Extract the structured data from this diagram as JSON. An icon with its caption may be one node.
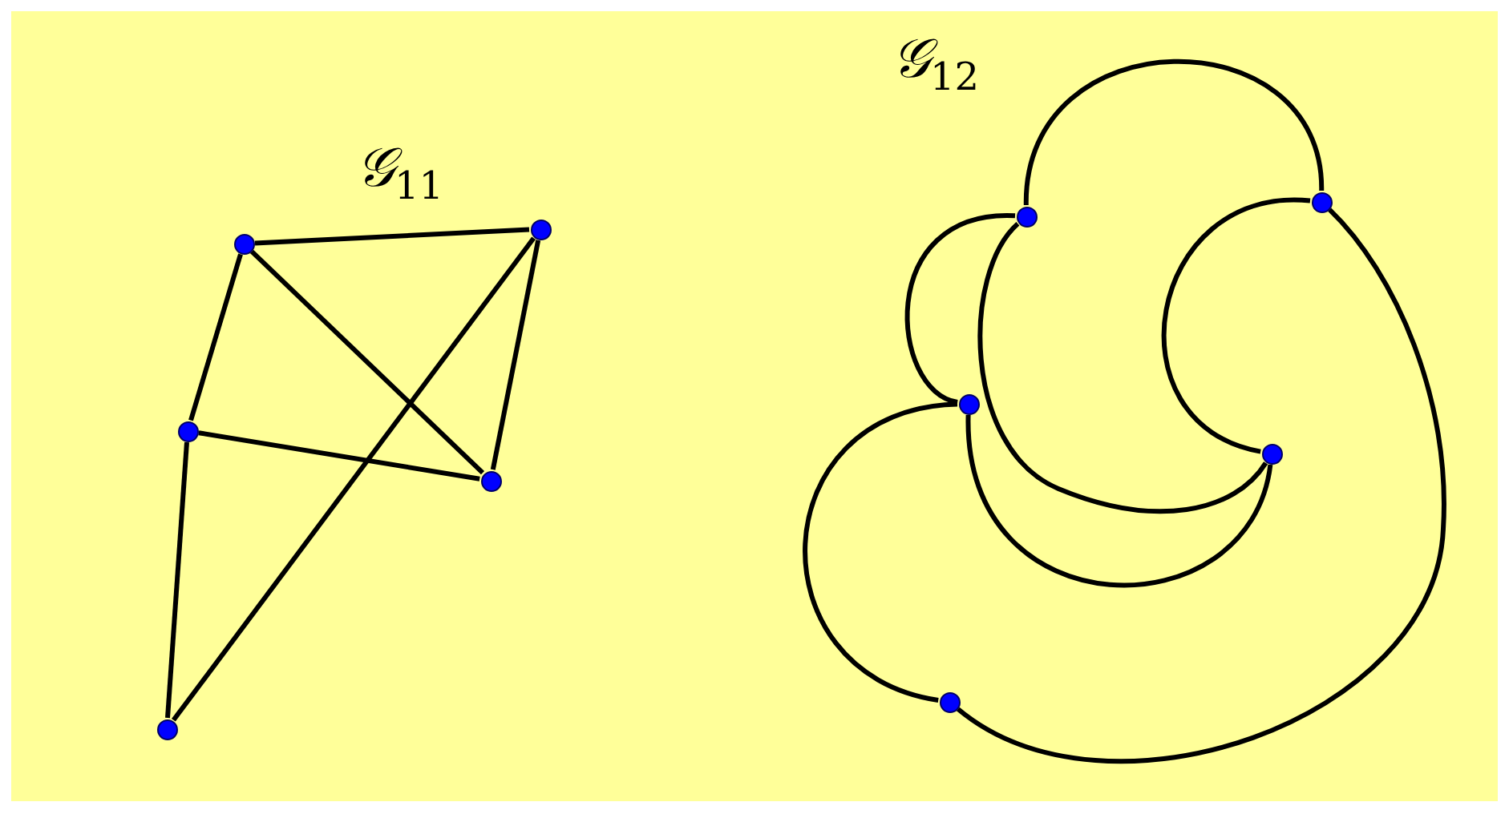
{
  "diagram": {
    "nodes": [
      {
        "text": [],
        "shape": "circle"
      },
      {
        "text": [],
        "shape": "circle"
      },
      {
        "text": [],
        "shape": "circle"
      },
      {
        "text": [],
        "shape": "circle"
      },
      {
        "text": [],
        "shape": "circle"
      },
      {
        "text": [],
        "shape": "circle"
      },
      {
        "text": [],
        "shape": "circle"
      },
      {
        "text": [],
        "shape": "circle"
      },
      {
        "text": [],
        "shape": "circle"
      },
      {
        "text": [],
        "shape": "circle"
      }
    ],
    "edges": [
      {
        "from": 0,
        "to": 1,
        "arrow": "none"
      },
      {
        "from": 0,
        "to": 3,
        "arrow": "none"
      },
      {
        "from": 0,
        "to": 4,
        "arrow": "none"
      },
      {
        "from": 1,
        "to": 2,
        "arrow": "none"
      },
      {
        "from": 1,
        "to": 3,
        "arrow": "none"
      },
      {
        "from": 2,
        "to": 3,
        "arrow": "none"
      },
      {
        "from": 2,
        "to": 4,
        "arrow": "none"
      },
      {
        "from": 5,
        "to": 6,
        "arrow": "none"
      },
      {
        "from": 5,
        "to": 8,
        "arrow": "none"
      },
      {
        "from": 5,
        "to": 9,
        "arrow": "none"
      },
      {
        "from": 6,
        "to": 7,
        "arrow": "none"
      },
      {
        "from": 6,
        "to": 8,
        "arrow": "none"
      },
      {
        "from": 7,
        "to": 8,
        "arrow": "none"
      },
      {
        "from": 7,
        "to": 9,
        "arrow": "none"
      }
    ],
    "labels": [
      "𝒢$_{11}$",
      "𝒢$_{12}$"
    ]
  }
}
